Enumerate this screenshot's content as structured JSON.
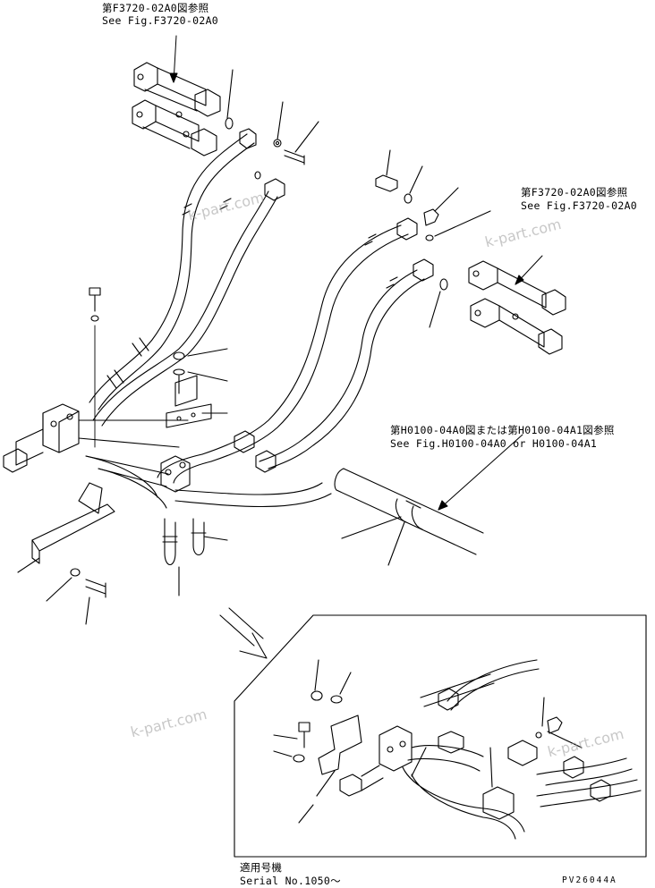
{
  "references": [
    {
      "jp": "第F3720-02A0図参照",
      "en": "See Fig.F3720-02A0"
    },
    {
      "jp": "第F3720-02A0図参照",
      "en": "See Fig.F3720-02A0"
    },
    {
      "jp": "第H0100-04A0図または第H0100-04A1図参照",
      "en": "See Fig.H0100-04A0 or H0100-04A1"
    }
  ],
  "applicability": {
    "jp": "適用号機",
    "en": "Serial No.1050～"
  },
  "watermark": "k-part.com",
  "part_number": "PV26044A"
}
